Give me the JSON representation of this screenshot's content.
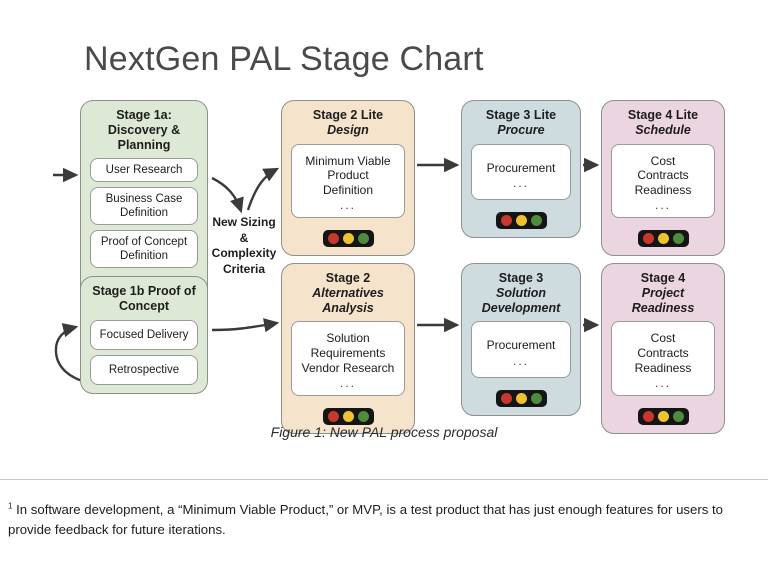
{
  "title": "NextGen PAL Stage Chart",
  "caption": "Figure 1: New PAL process proposal",
  "footnote": {
    "marker": "1",
    "text": " In software development, a “Minimum Viable Product,” or MVP, is a test product that has just enough features for users to provide feedback for future iterations."
  },
  "criteria_label": "New Sizing\n&\nComplexity\nCriteria",
  "criteria_lines": [
    "New Sizing",
    "&",
    "Complexity",
    "Criteria"
  ],
  "colors": {
    "green": "#DDE9D5",
    "cream": "#F5E3CC",
    "blue_gray": "#CEDCE0",
    "pink": "#EBD5E0",
    "border": "#8F8F8F",
    "title_text": "#4A4A4A",
    "traffic_bar": "#151515",
    "lamp_red": "#C8372B",
    "lamp_yellow": "#EFC230",
    "lamp_green": "#4E8B3C"
  },
  "traffic_light": {
    "lamps": [
      "red",
      "yellow",
      "green"
    ],
    "red": "#C8372B",
    "yellow": "#EFC230",
    "green": "#4E8B3C"
  },
  "stages": {
    "stage_1a": {
      "title": "Stage 1a: Discovery",
      "title_line2": "& Planning",
      "subtitle": "",
      "items": [
        "User Research",
        "Business Case Definition",
        "Proof of Concept Definition"
      ],
      "item_lines": [
        [
          "User Research"
        ],
        [
          "Business Case",
          "Definition"
        ],
        [
          "Proof of Concept",
          "Definition"
        ]
      ],
      "has_traffic_light": true,
      "color": "#DDE9D5"
    },
    "stage_1b": {
      "title": "Stage 1b",
      "title_line2": "Proof of Concept",
      "subtitle": "",
      "items": [
        "Focused Delivery",
        "Retrospective"
      ],
      "item_lines": [
        [
          "Focused Delivery"
        ],
        [
          "Retrospective"
        ]
      ],
      "has_traffic_light": false,
      "color": "#DDE9D5"
    },
    "stage_2_lite": {
      "title": "Stage 2 Lite",
      "subtitle": "Design",
      "body_lines": [
        "Minimum Viable",
        "Product",
        "Definition"
      ],
      "ellipsis": "...",
      "has_traffic_light": true,
      "color": "#F5E3CC"
    },
    "stage_3_lite": {
      "title": "Stage 3 Lite",
      "subtitle": "Procure",
      "body_lines": [
        "Procurement"
      ],
      "ellipsis": "...",
      "has_traffic_light": true,
      "color": "#CEDCE0"
    },
    "stage_4_lite": {
      "title": "Stage 4 Lite",
      "subtitle": "Schedule",
      "body_lines": [
        "Cost",
        "Contracts",
        "Readiness"
      ],
      "ellipsis": "...",
      "has_traffic_light": true,
      "color": "#EBD5E0"
    },
    "stage_2": {
      "title": "Stage 2",
      "subtitle": "Alternatives Analysis",
      "body_lines": [
        "Solution",
        "Requirements",
        "Vendor Research"
      ],
      "ellipsis": "...",
      "has_traffic_light": true,
      "color": "#F5E3CC"
    },
    "stage_3": {
      "title": "Stage 3",
      "subtitle": "Solution Development",
      "body_lines": [
        "Procurement"
      ],
      "ellipsis": "...",
      "has_traffic_light": true,
      "color": "#CEDCE0"
    },
    "stage_4": {
      "title": "Stage 4",
      "subtitle": "Project Readiness",
      "body_lines": [
        "Cost",
        "Contracts",
        "Readiness"
      ],
      "ellipsis": "...",
      "has_traffic_light": true,
      "color": "#EBD5E0"
    }
  },
  "flow": {
    "description": "Entry arrow into Stage 1a; Stage 1a branches down to Stage 1b and right to Stage 2 Lite; Stage 1b loops back on itself and feeds Stage 2; top row Stage 2 Lite to Stage 3 Lite to Stage 4 Lite; bottom row Stage 2 to Stage 3 to Stage 4."
  }
}
